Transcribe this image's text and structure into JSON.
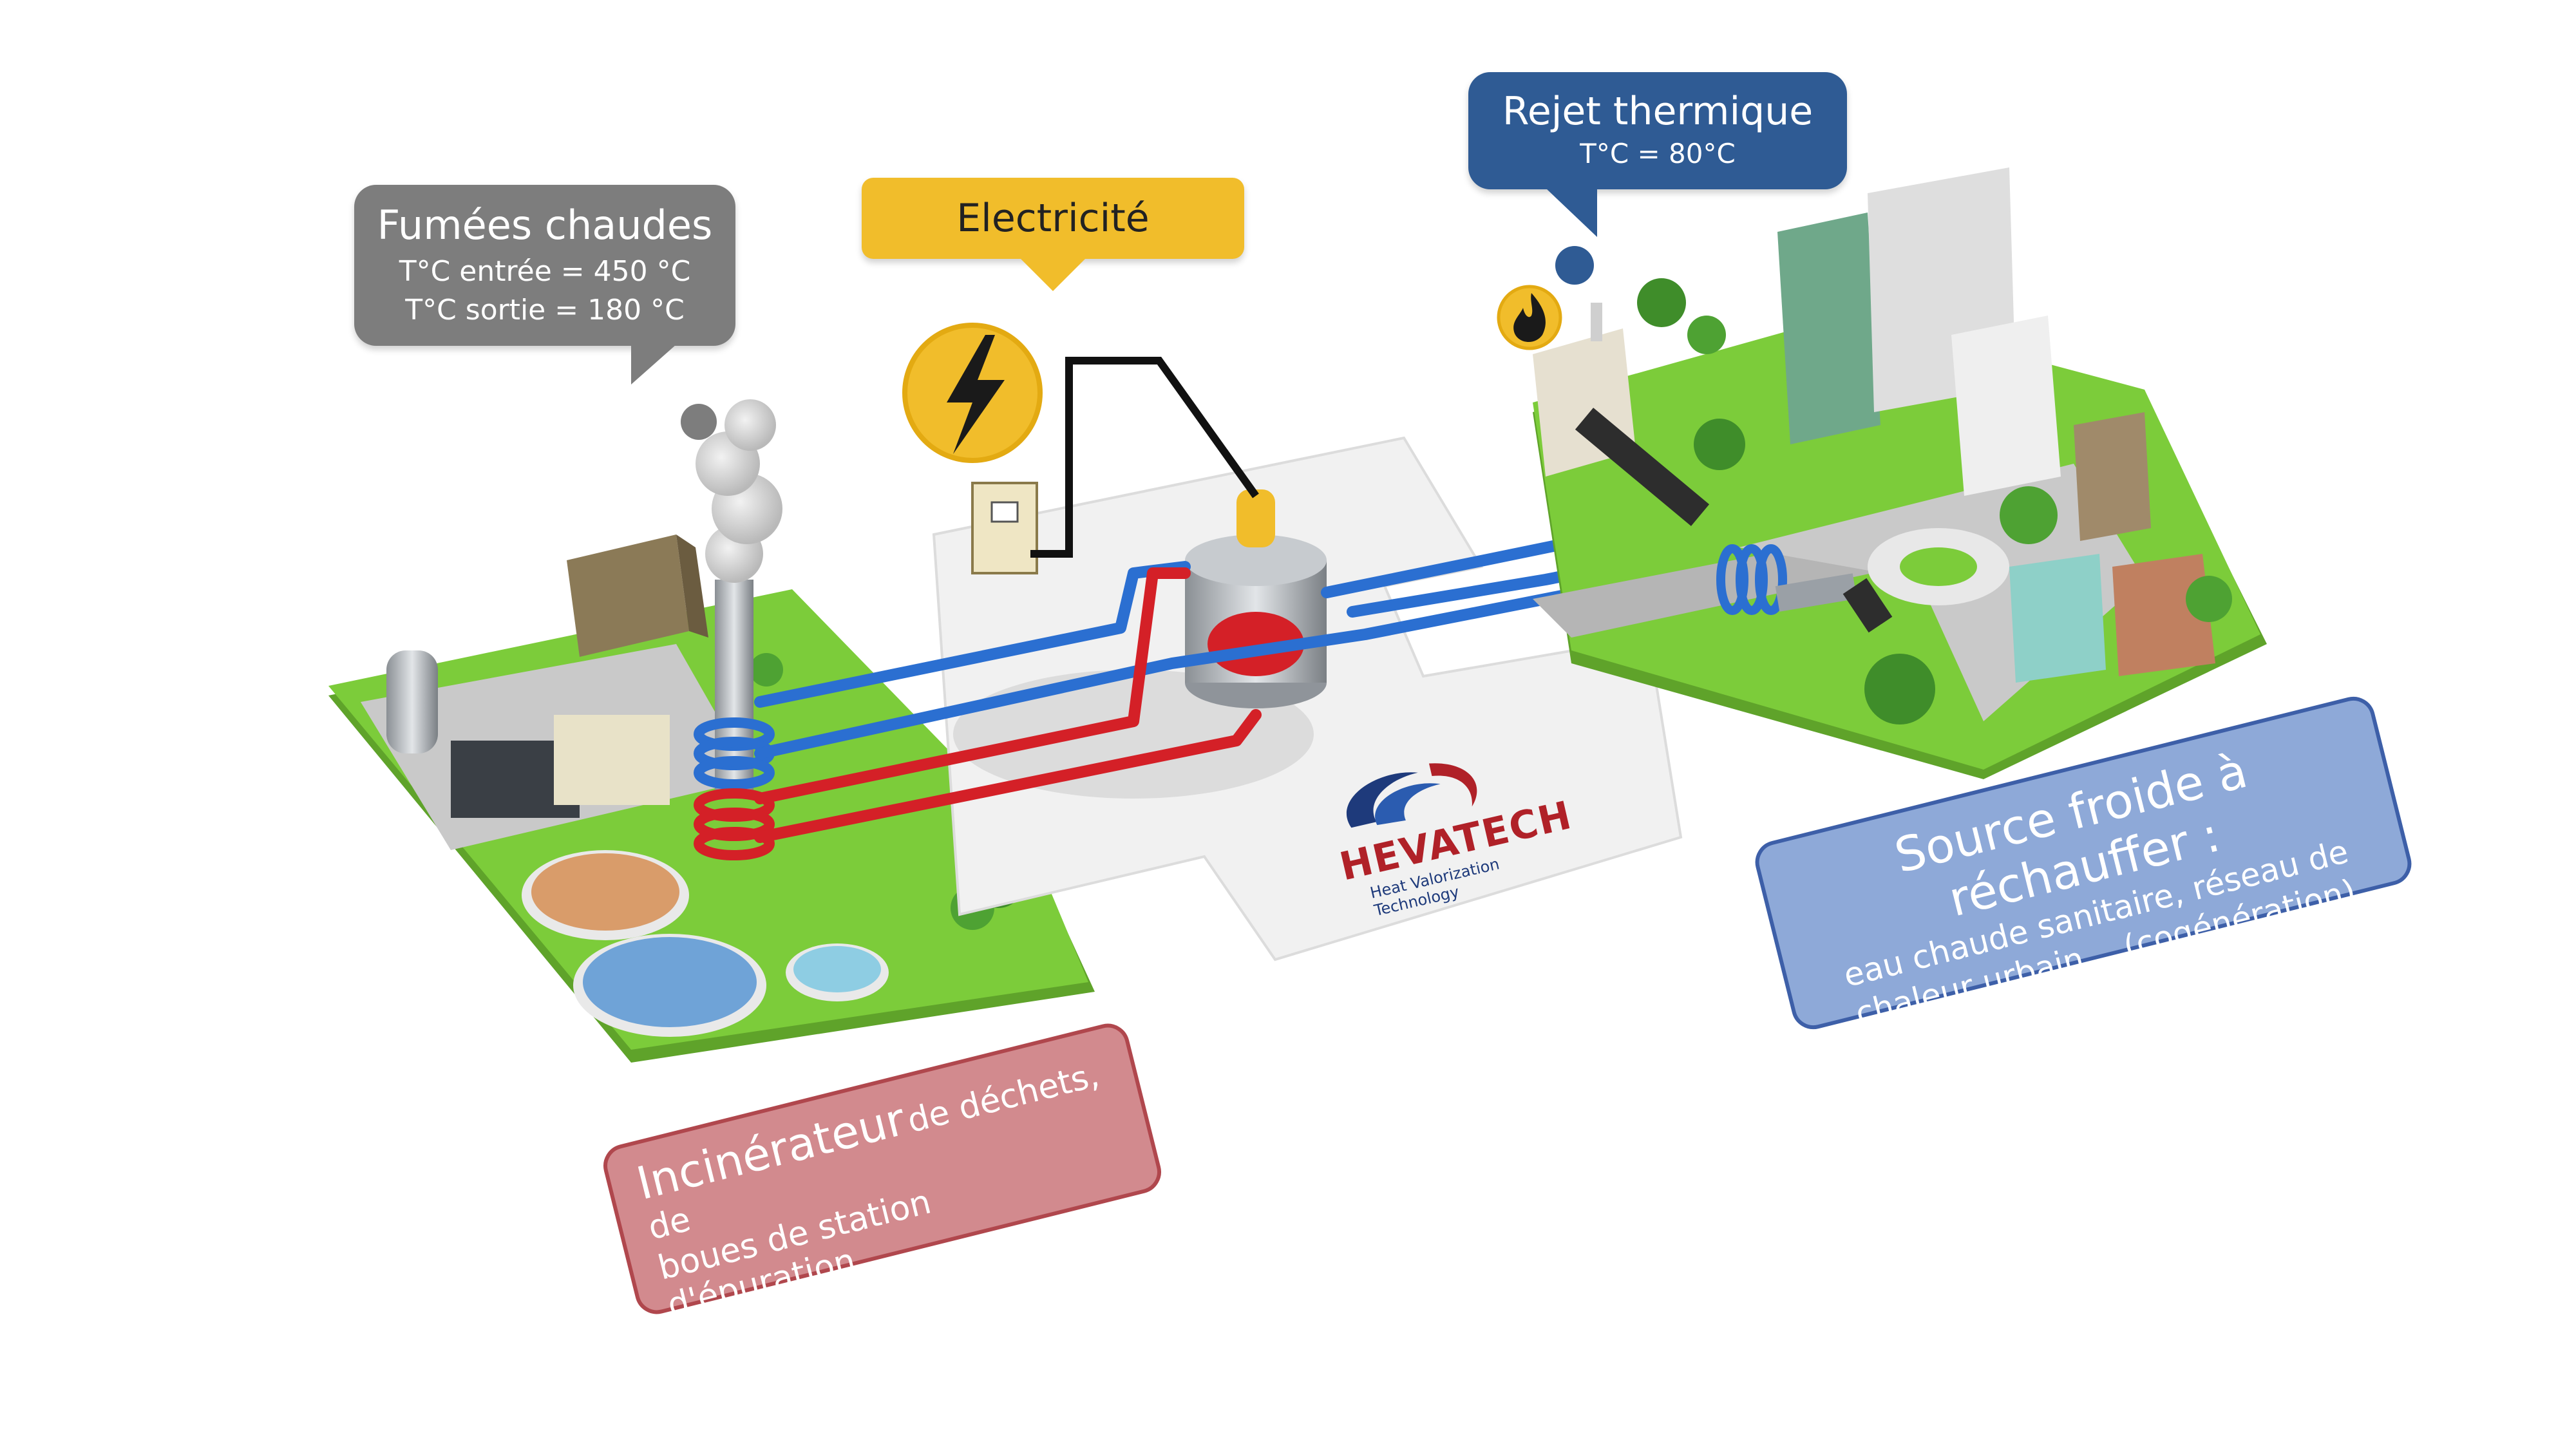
{
  "callouts": {
    "fumees": {
      "title": "Fumées chaudes",
      "line1": "T°C entrée = 450 °C",
      "line2": "T°C sortie = 180 °C"
    },
    "electricite": {
      "title": "Electricité"
    },
    "rejet": {
      "title": "Rejet thermique",
      "line1": "T°C = 80°C"
    }
  },
  "labels": {
    "incinerateur": {
      "main": "Incinérateur",
      "rest": "de déchets, de",
      "line2": "boues de station d'épuration…"
    },
    "source": {
      "main": "Source froide à réchauffer :",
      "line1": "eau chaude sanitaire, réseau de",
      "line2": "chaleur urbain… (cogénération)"
    }
  },
  "logo": {
    "name": "HEVATECH",
    "tagline": "Heat Valorization Technology"
  },
  "colors": {
    "hot_pipe": "#d42027",
    "cold_pipe": "#2b6fd1",
    "grass": "#7ccc3a",
    "ground": "#e6e6e6",
    "fumees": "#7d7d7d",
    "electricite": "#f1bd2b",
    "rejet": "#2f5b94",
    "incinerateur": "#d28a8e",
    "source": "#8ea9d8"
  }
}
